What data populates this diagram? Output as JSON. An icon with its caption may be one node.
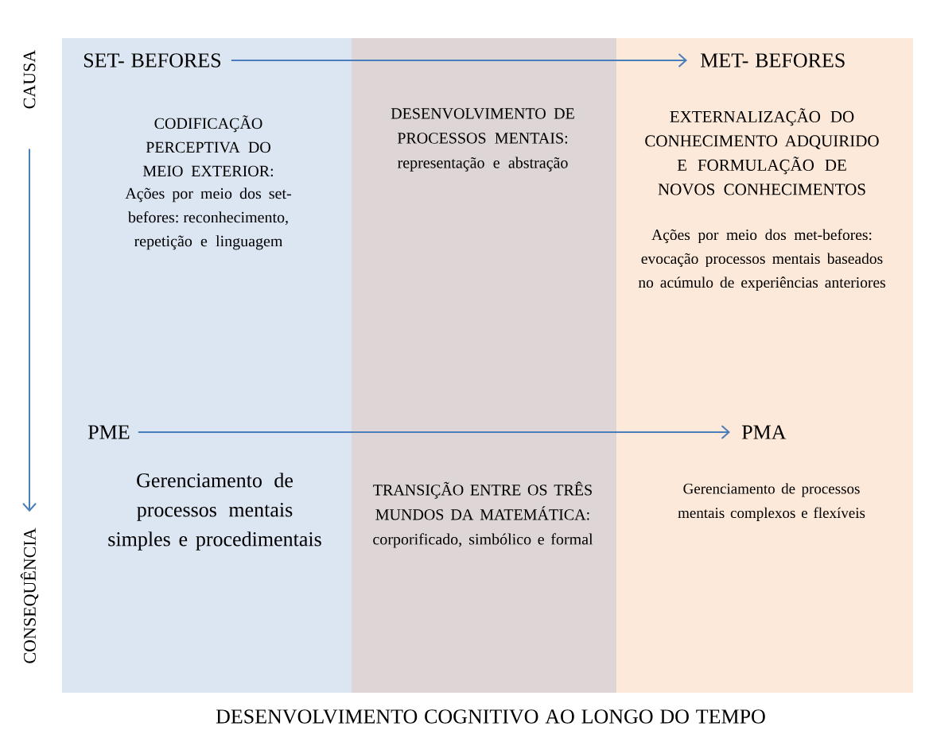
{
  "diagram": {
    "caption": "DESENVOLVIMENTO COGNITIVO AO LONGO DO TEMPO",
    "nodes": [
      {
        "text": [
          "SET- BEFORES"
        ]
      },
      {
        "text": [
          "MET- BEFORES"
        ]
      },
      {
        "text": [
          "PME"
        ]
      },
      {
        "text": [
          "PMA"
        ]
      },
      {
        "text": [
          "CAUSA"
        ]
      },
      {
        "text": [
          "CONSEQUÊNCIA"
        ]
      }
    ],
    "edges": [
      {
        "from": 0,
        "to": 1,
        "arrow": "to"
      },
      {
        "from": 2,
        "to": 3,
        "arrow": "to"
      },
      {
        "from": 4,
        "to": 5,
        "arrow": "to"
      }
    ],
    "labels": [
      "CODIFICAÇÃO PERCEPTIVA DO MEIO EXTERIOR:",
      "Ações por meio dos set-befores: reconhecimento, repetição e linguagem",
      "DESENVOLVIMENTO DE PROCESSOS MENTAIS: representação e abstração",
      "EXTERNALIZAÇÃO DO CONHECIMENTO ADQUIRIDO E FORMULAÇÃO DE NOVOS CONHECIMENTOS",
      "Ações por meio dos met-befores: evocação processos mentais baseados no acúmulo de experiências anteriores",
      "Gerenciamento de processos mentais simples e procedimentais",
      "TRANSIÇÃO ENTRE OS TRÊS MUNDOS DA MATEMÁTICA: corporificado, simbólico e formal",
      "Gerenciamento de processos mentais complexos e flexíveis"
    ]
  }
}
